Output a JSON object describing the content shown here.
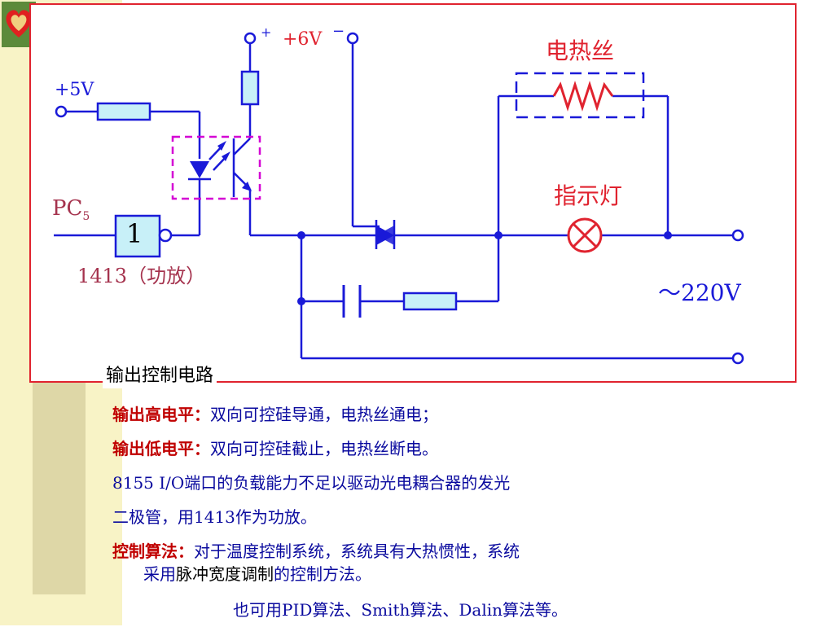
{
  "diagram": {
    "labels": {
      "plus_6v": "+6V",
      "plus_sign": "+",
      "minus_sign": "−",
      "plus_5v": "+5V",
      "pc": "PC",
      "pc_sub": "5",
      "gate": "1",
      "chip": "1413（功放）",
      "heater": "电热丝",
      "indicator": "指示灯",
      "ac": "～220V"
    },
    "caption": "输出控制电路"
  },
  "notes": {
    "line1": {
      "key": "输出高电平：",
      "text": "双向可控硅导通，电热丝通电；"
    },
    "line2": {
      "key": "输出低电平：",
      "text": "双向可控硅截止，电热丝断电。"
    },
    "line3": {
      "text": "8155 I/O端口的负载能力不足以驱动光电耦合器的发光"
    },
    "line4": {
      "text": "二极管，用1413作为功放。"
    },
    "line5": {
      "key": "控制算法：",
      "text": "对于温度控制系统，系统具有大热惯性，系统"
    },
    "line6": {
      "pre": "采用",
      "em": "脉冲宽度调制",
      "post": "的控制方法。"
    },
    "line7": {
      "text": "也可用PID算法、Smith算法、Dalin算法等。"
    }
  },
  "colors": {
    "wire": "#1a1ad8",
    "frame": "#e0232f",
    "optocoupler_box": "#d400d4",
    "component_fill": "#c8f0f8",
    "sidebar": "#f8f3c6"
  }
}
